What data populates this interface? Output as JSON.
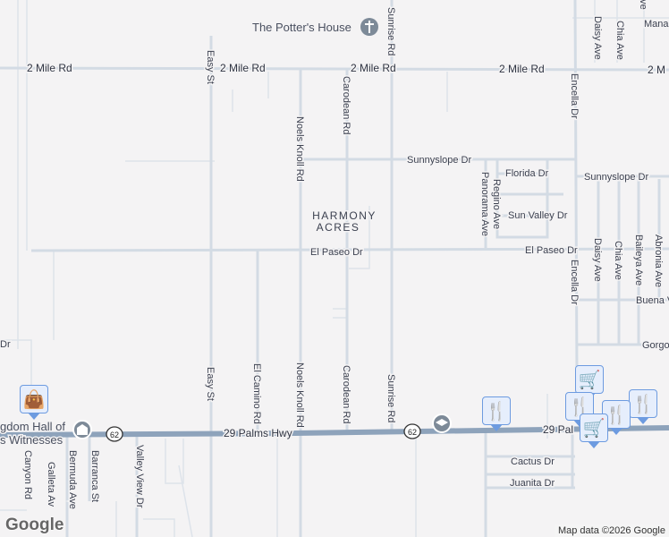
{
  "map": {
    "area_label": [
      "HARMONY",
      "ACRES"
    ],
    "poi": {
      "potters_house": "The Potter's House",
      "kingdom_hall": [
        "gdom Hall of",
        "s Witnesses"
      ]
    },
    "roads": {
      "two_mile": "2 Mile Rd",
      "two_mile_cut": "2 M",
      "el_paseo": "El Paseo Dr",
      "sunnyslope": "Sunnyslope Dr",
      "florida": "Florida Dr",
      "sun_valley": "Sun Valley Dr",
      "buena": "Buena V",
      "gorgo": "Gorgo",
      "manana": "Manar",
      "hwy": "29 Palms Hwy",
      "hwy_cut": "29 Pal",
      "hwy_shield": "62",
      "dr_cut": "Dr",
      "cactus": "Cactus Dr",
      "juanita": "Juanita Dr",
      "easy": "Easy St",
      "noels": "Noels Knoll Rd",
      "carodean": "Carodean Rd",
      "sunrise": "Sunrise Rd",
      "el_camino": "El Camino Rd",
      "encella": "Encella Dr",
      "panorama": "Panorama Ave",
      "regino": "Regino Ave",
      "daisy": "Daisy Ave",
      "chia": "Chia Ave",
      "baileya": "Baileya Ave",
      "abronia": "Abronia Ave",
      "ave_cut": "Ave",
      "canyon": "Canyon Rd",
      "galleta": "Galleta Av",
      "bermuda": "Bermuda Ave",
      "barranca": "Barranca St",
      "valley_view": "Valley View Dr"
    },
    "markers": [
      {
        "type": "shopping",
        "icon": "shopping-bag-icon"
      },
      {
        "type": "restaurant",
        "icon": "fork-knife-icon"
      },
      {
        "type": "grocery",
        "icon": "shopping-cart-icon"
      },
      {
        "type": "restaurant",
        "icon": "fork-knife-icon"
      },
      {
        "type": "restaurant",
        "icon": "fork-knife-icon"
      },
      {
        "type": "restaurant",
        "icon": "fork-knife-icon"
      },
      {
        "type": "grocery",
        "icon": "shopping-cart-icon"
      }
    ],
    "attribution": "Map data ©2026 Google",
    "logo": "Google",
    "colors": {
      "background": "#f4f3f4",
      "road": "#d3dbe4",
      "highway": "#8ea3bb",
      "marker": "#0d4466"
    }
  }
}
